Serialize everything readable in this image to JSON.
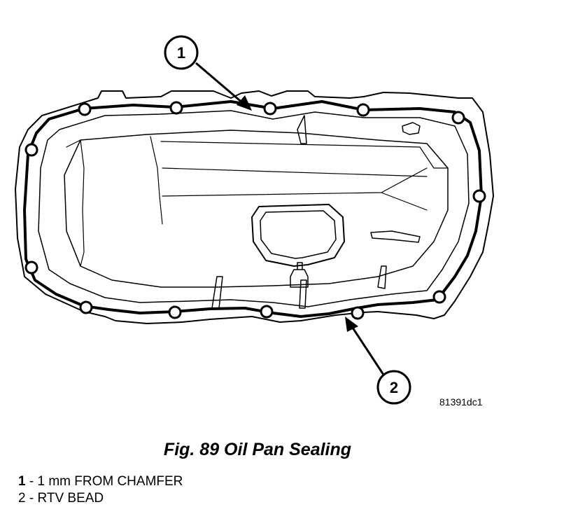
{
  "figure": {
    "caption": "Fig. 89 Oil Pan Sealing",
    "image_id": "81391dc1"
  },
  "callouts": [
    {
      "number": "1",
      "description": "1 mm FROM CHAMFER"
    },
    {
      "number": "2",
      "description": "RTV BEAD"
    }
  ],
  "legend": [
    {
      "number": "1",
      "separator": " - ",
      "text": "1 mm FROM CHAMFER"
    },
    {
      "number": "2",
      "separator": " - ",
      "text": "RTV BEAD"
    }
  ]
}
